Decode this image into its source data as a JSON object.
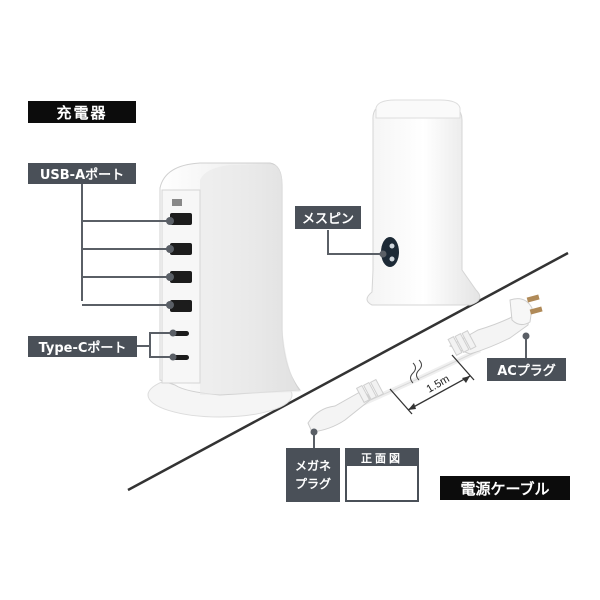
{
  "diagram": {
    "sections": {
      "charger": {
        "title": "充電器"
      },
      "power_cable": {
        "title": "電源ケーブル"
      }
    },
    "callouts": {
      "usb_a_port": "USB-Aポート",
      "type_c_port": "Type-Cポート",
      "female_pin": "メスピン",
      "ac_plug": "ACプラグ",
      "glasses_plug_line1": "メガネ",
      "glasses_plug_line2": "プラグ",
      "front_view": "正面図"
    },
    "dimension": {
      "cable_length": "1.5m"
    },
    "port_counts": {
      "usb_a": 4,
      "type_c": 2
    },
    "colors": {
      "section_label_bg": "#0c0c0c",
      "callout_bg": "#4a5058",
      "leader_line": "#5a5f66",
      "divider": "#333333",
      "device_body": "#f2f2f2"
    }
  }
}
